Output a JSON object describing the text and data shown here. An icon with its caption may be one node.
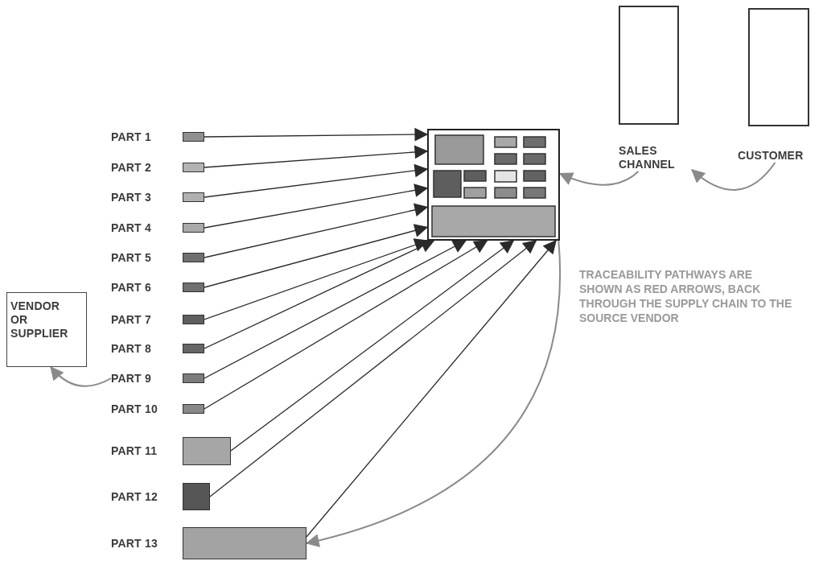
{
  "diagram": {
    "nodes": [
      {
        "text": [
          "SALES CHANNEL"
        ]
      },
      {
        "text": [
          "CUSTOMER"
        ]
      },
      {
        "text": [],
        "shape": "picture"
      },
      {
        "text": [
          "PART 1"
        ]
      },
      {
        "text": [
          "PART 2"
        ]
      },
      {
        "text": [
          "PART 3"
        ]
      },
      {
        "text": [
          "PART 4"
        ]
      },
      {
        "text": [
          "PART 5"
        ]
      },
      {
        "text": [
          "PART 6"
        ]
      },
      {
        "text": [
          "PART 7"
        ]
      },
      {
        "text": [
          "PART 8"
        ]
      },
      {
        "text": [
          "PART 9"
        ]
      },
      {
        "text": [
          "PART 10"
        ]
      },
      {
        "text": [
          "PART 11"
        ]
      },
      {
        "text": [
          "PART 12"
        ]
      },
      {
        "text": [
          "PART 13"
        ]
      },
      {
        "text": [
          "VENDOR OR SUPPLIER"
        ]
      }
    ],
    "edges": [
      {
        "from": 3,
        "to": 2,
        "arrow": "to"
      },
      {
        "from": 4,
        "to": 2,
        "arrow": "to"
      },
      {
        "from": 5,
        "to": 2,
        "arrow": "to"
      },
      {
        "from": 6,
        "to": 2,
        "arrow": "to"
      },
      {
        "from": 7,
        "to": 2,
        "arrow": "to"
      },
      {
        "from": 8,
        "to": 2,
        "arrow": "to"
      },
      {
        "from": 9,
        "to": 2,
        "arrow": "to"
      },
      {
        "from": 10,
        "to": 2,
        "arrow": "to"
      },
      {
        "from": 11,
        "to": 2,
        "arrow": "to"
      },
      {
        "from": 12,
        "to": 2,
        "arrow": "to"
      },
      {
        "from": 13,
        "to": 2,
        "arrow": "to"
      },
      {
        "from": 14,
        "to": 2,
        "arrow": "to"
      },
      {
        "from": 15,
        "to": 2,
        "arrow": "to"
      },
      {
        "from": 11,
        "to": 16,
        "arrow": "to",
        "color": "#8a8a8a"
      },
      {
        "from": 1,
        "to": 0,
        "arrow": "to",
        "color": "#8a8a8a"
      },
      {
        "from": 0,
        "to": 2,
        "arrow": "to",
        "color": "#8a8a8a"
      },
      {
        "from": 2,
        "to": 15,
        "arrow": "to",
        "color": "#8a8a8a"
      }
    ],
    "labels": [
      "TRACEABILITY PATHWAYS ARE SHOWN AS RED ARROWS, BACK THROUGH THE SUPPLY CHAIN TO THE SOURCE VENDOR"
    ]
  }
}
